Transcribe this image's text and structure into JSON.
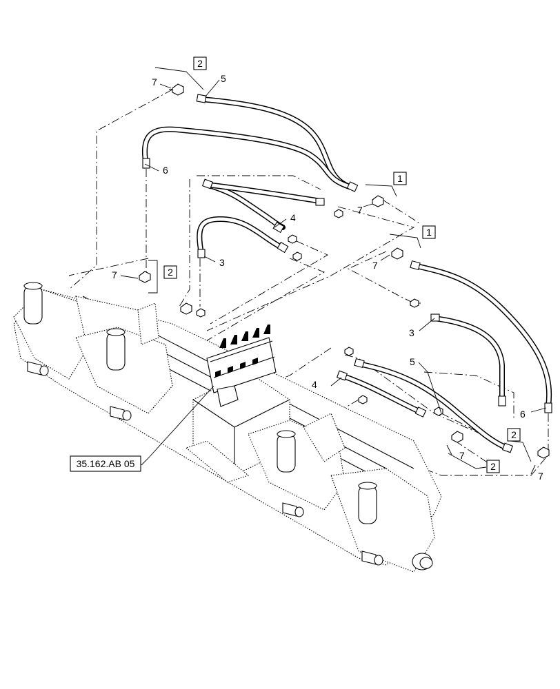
{
  "diagram": {
    "callouts": {
      "c1": "1",
      "c2": "2",
      "c3": "3",
      "c4": "4",
      "c5": "5",
      "c6": "6",
      "c7": "7"
    },
    "reference": "35.162.AB 05"
  }
}
